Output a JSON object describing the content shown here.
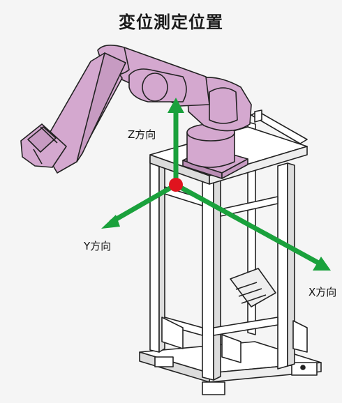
{
  "title": "変位測定位置",
  "axes": {
    "z_label": "Z方向",
    "y_label": "Y方向",
    "x_label": "X方向"
  },
  "colors": {
    "robot_arm": "#d4a8cf",
    "robot_outline": "#222222",
    "axis_arrow": "#1aa13c",
    "origin_point": "#e0141e",
    "frame_fill": "#ffffff",
    "frame_shade": "#d9d9d9",
    "background": "#f5f5f5"
  }
}
